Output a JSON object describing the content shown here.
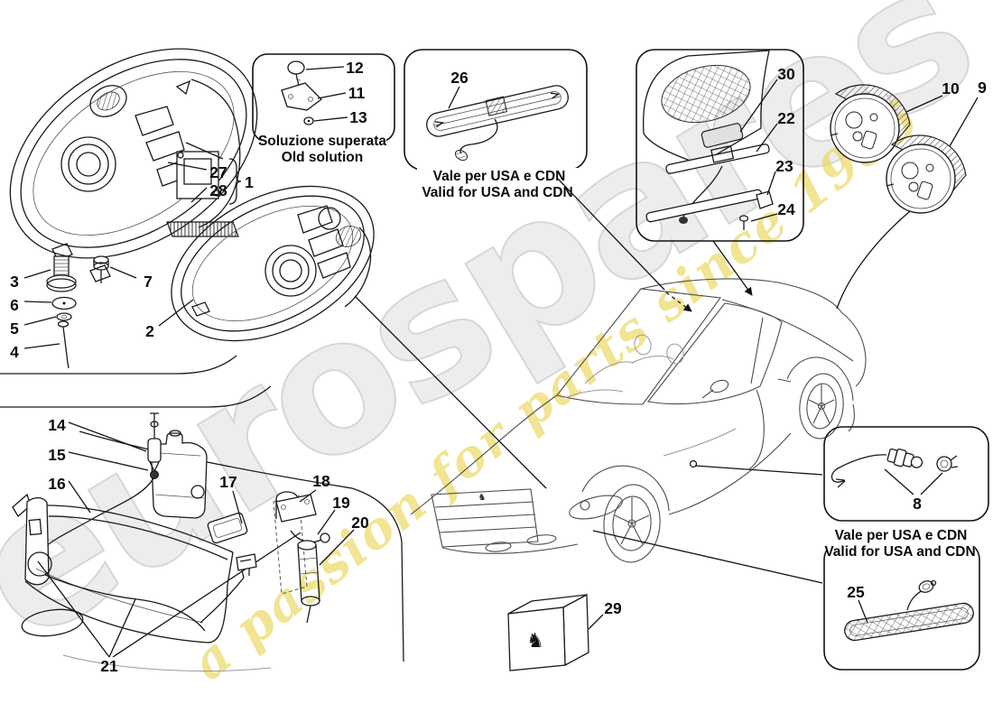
{
  "watermark": {
    "brand": "eurospares",
    "tagline": "a passion for parts since 1985",
    "brand_color": "#ededed",
    "tagline_color": "#e8d34a"
  },
  "notes": {
    "old_solution": {
      "line1": "Soluzione superata",
      "line2": "Old solution"
    },
    "usa_cdn": {
      "line1": "Vale per USA e CDN",
      "line2": "Valid for USA and CDN"
    }
  },
  "callouts": {
    "c1": "1",
    "c2": "2",
    "c3": "3",
    "c4": "4",
    "c5": "5",
    "c6": "6",
    "c7": "7",
    "c8": "8",
    "c9": "9",
    "c10": "10",
    "c11": "11",
    "c12": "12",
    "c13": "13",
    "c14": "14",
    "c15": "15",
    "c16": "16",
    "c17": "17",
    "c18": "18",
    "c19": "19",
    "c20": "20",
    "c21": "21",
    "c22": "22",
    "c23": "23",
    "c24": "24",
    "c25": "25",
    "c26": "26",
    "c27": "27",
    "c28": "28",
    "c29": "29",
    "c30": "30"
  }
}
